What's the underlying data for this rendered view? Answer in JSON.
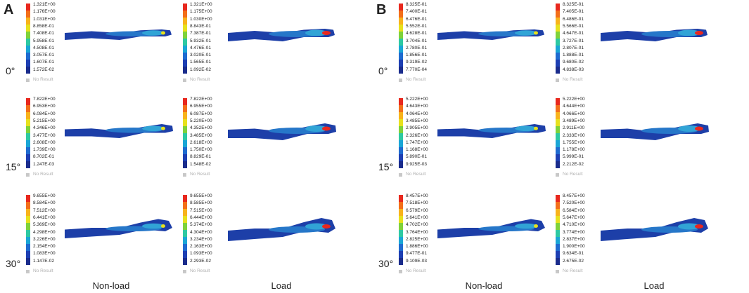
{
  "panels": [
    {
      "letter": "A",
      "rows": [
        {
          "angle": "0°",
          "nonload": {
            "values": [
              "1.321E+00",
              "1.176E+00",
              "1.031E+00",
              "8.858E-01",
              "7.408E-01",
              "5.958E-01",
              "4.508E-01",
              "3.057E-01",
              "1.607E-01",
              "1.572E-02"
            ]
          },
          "load": {
            "values": [
              "1.321E+00",
              "1.175E+00",
              "1.030E+00",
              "8.843E-01",
              "7.387E-01",
              "5.932E-01",
              "4.476E-01",
              "3.020E-01",
              "1.565E-01",
              "1.092E-02"
            ]
          }
        },
        {
          "angle": "15°",
          "nonload": {
            "values": [
              "7.822E+00",
              "6.953E+00",
              "6.084E+00",
              "5.215E+00",
              "4.346E+00",
              "3.477E+00",
              "2.608E+00",
              "1.739E+00",
              "8.702E-01",
              "1.247E-03"
            ]
          },
          "load": {
            "values": [
              "7.822E+00",
              "6.955E+00",
              "6.087E+00",
              "5.220E+00",
              "4.352E+00",
              "3.485E+00",
              "2.618E+00",
              "1.750E+00",
              "8.829E-01",
              "1.548E-02"
            ]
          }
        },
        {
          "angle": "30°",
          "nonload": {
            "values": [
              "9.655E+00",
              "8.584E+00",
              "7.512E+00",
              "6.441E+00",
              "5.369E+00",
              "4.298E+00",
              "3.226E+00",
              "2.154E+00",
              "1.083E+00",
              "1.147E-02"
            ]
          },
          "load": {
            "values": [
              "9.655E+00",
              "8.585E+00",
              "7.515E+00",
              "6.444E+00",
              "5.374E+00",
              "4.304E+00",
              "3.234E+00",
              "2.163E+00",
              "1.093E+00",
              "2.293E-02"
            ]
          }
        }
      ],
      "col_labels": [
        "Non-load",
        "Load"
      ]
    },
    {
      "letter": "B",
      "rows": [
        {
          "angle": "0°",
          "nonload": {
            "values": [
              "8.325E-01",
              "7.400E-01",
              "6.476E-01",
              "5.552E-01",
              "4.628E-01",
              "3.704E-01",
              "2.780E-01",
              "1.856E-01",
              "9.319E-02",
              "7.770E-04"
            ]
          },
          "load": {
            "values": [
              "8.325E-01",
              "7.405E-01",
              "6.486E-01",
              "5.566E-01",
              "4.647E-01",
              "3.727E-01",
              "2.807E-01",
              "1.888E-01",
              "9.680E-02",
              "4.838E-03"
            ]
          }
        },
        {
          "angle": "15°",
          "nonload": {
            "values": [
              "5.222E+00",
              "4.643E+00",
              "4.064E+00",
              "3.485E+00",
              "2.905E+00",
              "2.326E+00",
              "1.747E+00",
              "1.168E+00",
              "5.890E-01",
              "9.925E-03"
            ]
          },
          "load": {
            "values": [
              "5.222E+00",
              "4.644E+00",
              "4.066E+00",
              "3.489E+00",
              "2.911E+00",
              "2.333E+00",
              "1.755E+00",
              "1.178E+00",
              "5.999E-01",
              "2.212E-02"
            ]
          }
        },
        {
          "angle": "30°",
          "nonload": {
            "values": [
              "8.457E+00",
              "7.518E+00",
              "6.579E+00",
              "5.641E+00",
              "4.702E+00",
              "3.764E+00",
              "2.825E+00",
              "1.886E+00",
              "9.477E-01",
              "9.109E-03"
            ]
          },
          "load": {
            "values": [
              "8.457E+00",
              "7.520E+00",
              "6.584E+00",
              "5.647E+00",
              "4.710E+00",
              "3.774E+00",
              "2.837E+00",
              "1.900E+00",
              "9.634E-01",
              "2.675E-02"
            ]
          }
        }
      ],
      "col_labels": [
        "Non-load",
        "Load"
      ]
    }
  ],
  "no_result": "No Result",
  "colors": {
    "scale": [
      "#e8281e",
      "#f36f1a",
      "#f8b31c",
      "#e7e11d",
      "#7fd23a",
      "#2ec9a2",
      "#1aa6d6",
      "#1f6bd0",
      "#1d3fb3",
      "#1a2c8c"
    ],
    "body_dark": "#1d3fa8",
    "body_mid": "#2677c9",
    "body_light": "#31a4d6",
    "hot": "#e8281e"
  }
}
